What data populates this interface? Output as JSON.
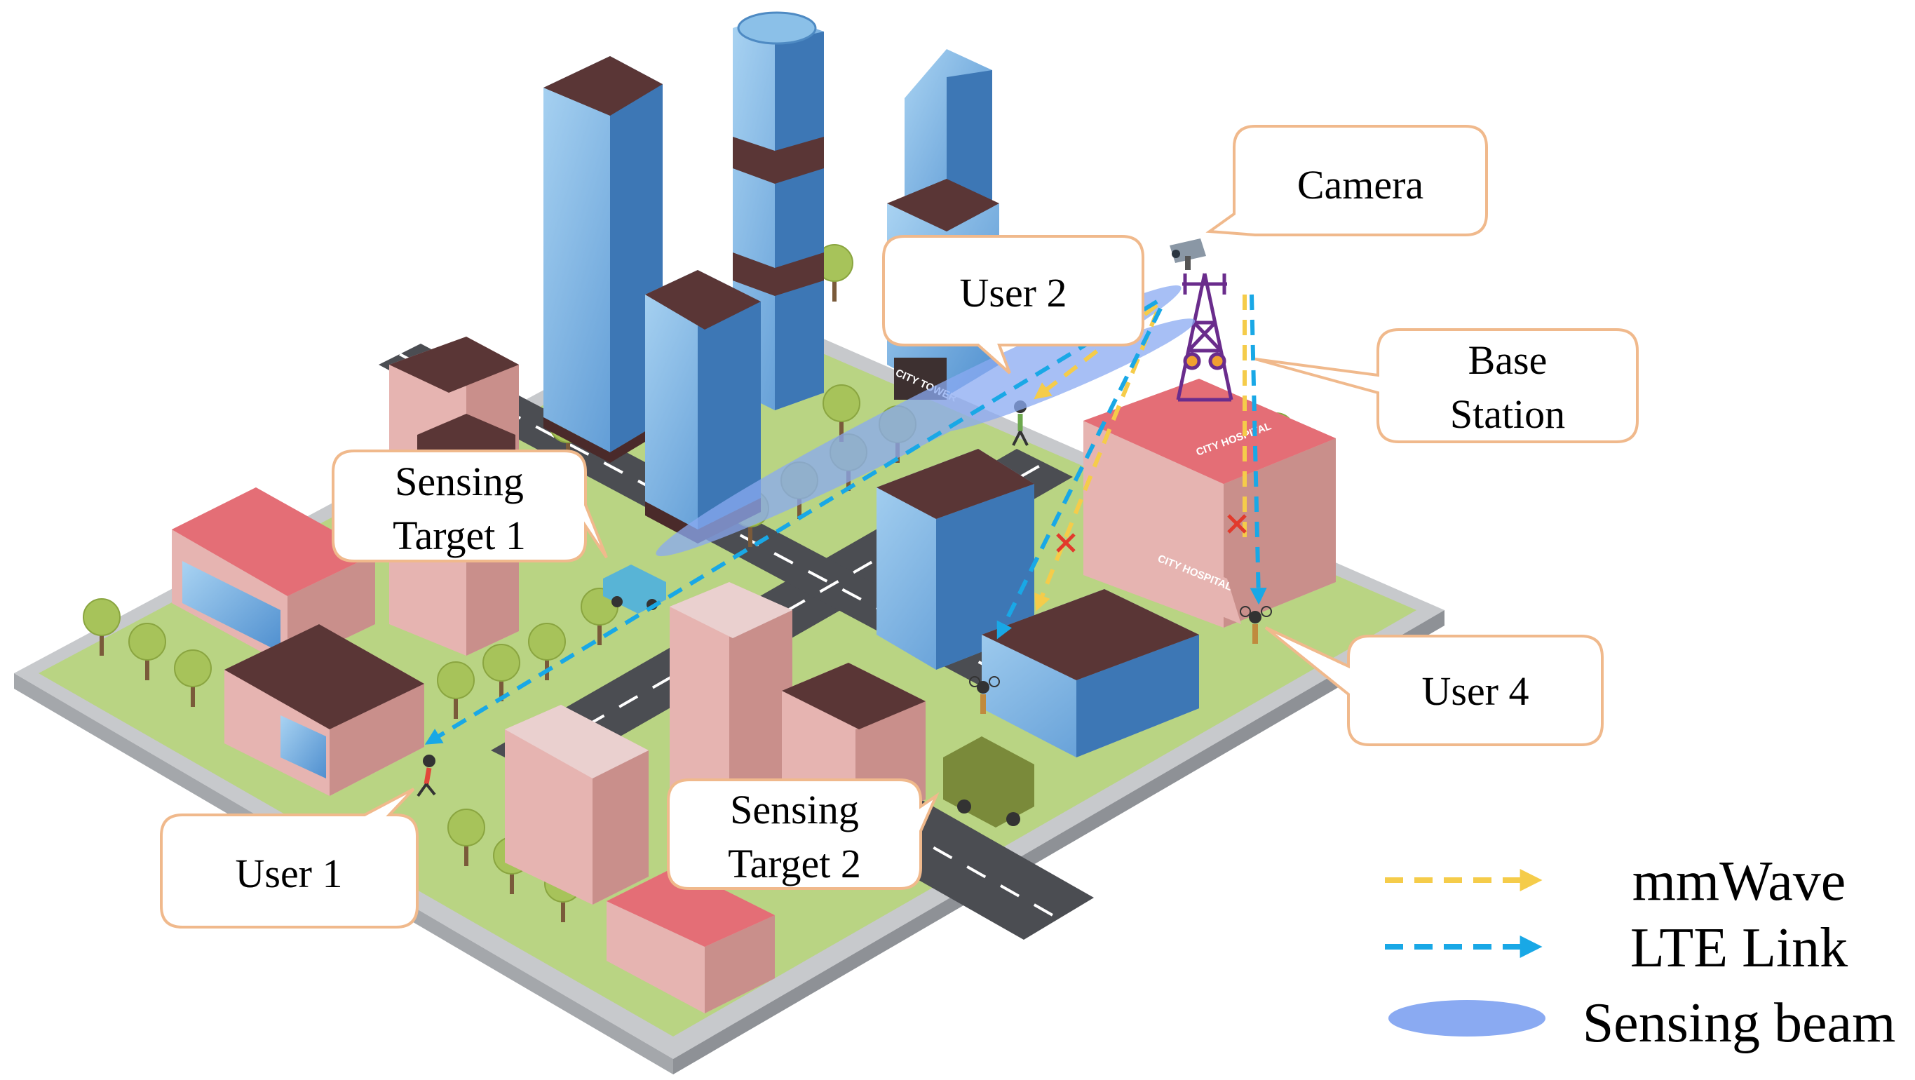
{
  "callouts": {
    "camera": "Camera",
    "user2": "User 2",
    "base_station": [
      "Base",
      "Station"
    ],
    "sensing_target_1": [
      "Sensing",
      "Target 1"
    ],
    "sensing_target_2": [
      "Sensing",
      "Target 2"
    ],
    "user1": "User 1",
    "user4": "User 4"
  },
  "signs": {
    "city_tower": "CITY TOWER",
    "city_hospital": "CITY HOSPITAL",
    "hospital_facade": "CITY HOSPITAL"
  },
  "legend": {
    "mmwave": "mmWave",
    "lte": "LTE Link",
    "sensing_beam": "Sensing beam"
  },
  "colors": {
    "mmwave": "#f5cc4a",
    "lte": "#19a8e6",
    "sensing_beam": "#8aaaf2",
    "callout_border": "#f0b98c",
    "block_marker": "#e23a2c"
  }
}
